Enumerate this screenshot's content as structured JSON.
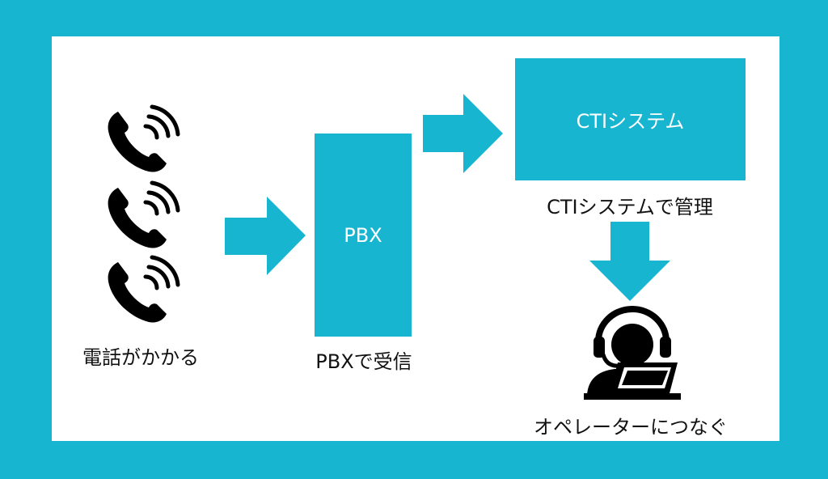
{
  "colors": {
    "background": "#17b5cf",
    "accent": "#17b5cf",
    "panel": "#ffffff",
    "icon": "#000000"
  },
  "steps": {
    "call": {
      "label": "電話がかかる",
      "icon": "phone-ringing-icon"
    },
    "pbx": {
      "box_label": "PBX",
      "label": "PBXで受信"
    },
    "cti": {
      "box_label": "CTIシステム",
      "label": "CTIシステムで管理"
    },
    "operator": {
      "label": "オペレーターにつなぐ",
      "icon": "operator-headset-laptop-icon"
    }
  }
}
